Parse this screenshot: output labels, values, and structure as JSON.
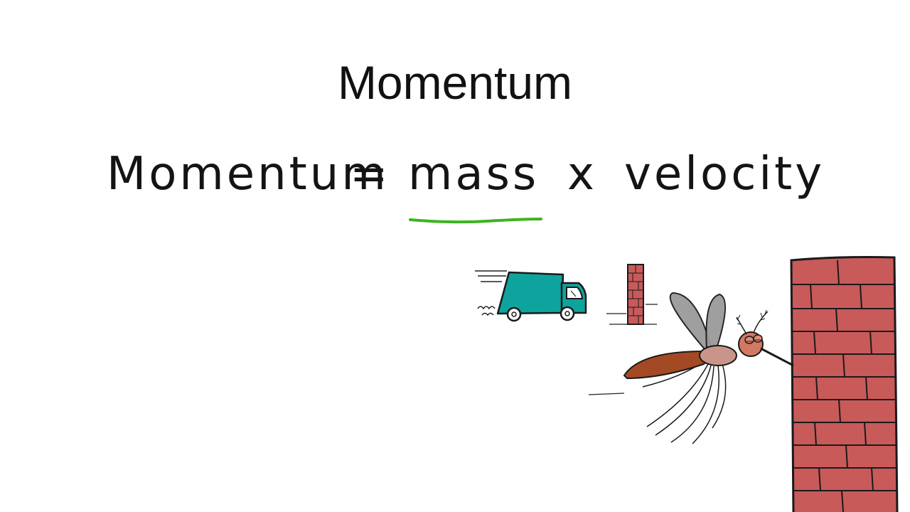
{
  "slide": {
    "title": "Momentum",
    "equation": {
      "left": "Momentum",
      "equals": "=",
      "mass": "mass",
      "times": "x",
      "velocity": "velocity"
    },
    "underline_color": "#3cb41e",
    "truck_color": "#0fa39d",
    "brick_color": "#c95a5a",
    "wing_color": "#9a9a9a",
    "mosquito_body_color": "#a34a24"
  }
}
